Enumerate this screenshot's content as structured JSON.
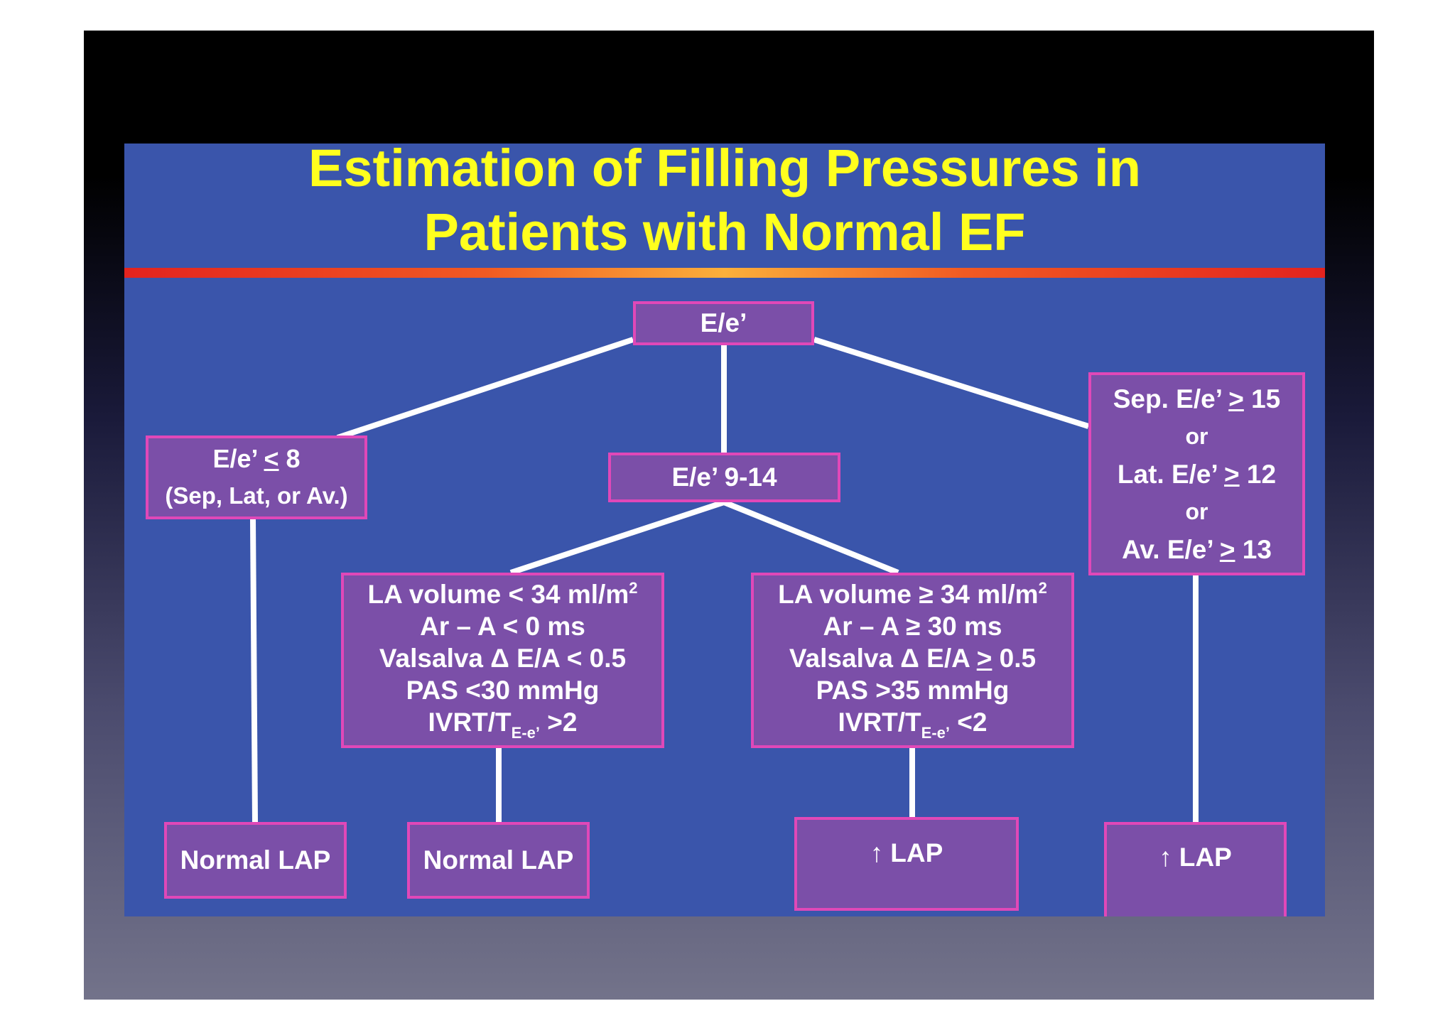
{
  "title": {
    "line1": "Estimation of Filling Pressures in",
    "line2": "Patients with Normal EF"
  },
  "colors": {
    "slide_background": "#3a55ab",
    "title_text": "#ffff1e",
    "box_fill": "#7b4fa8",
    "box_border": "#e048b8",
    "connector": "#ffffff"
  },
  "root": {
    "label": "E/e’"
  },
  "left_branch": {
    "line1_prefix": "E/e’ ",
    "line1_symbol": "<",
    "line1_suffix": " 8",
    "line2": "(Sep, Lat, or Av.)"
  },
  "middle_branch": {
    "label": "E/e’ 9-14"
  },
  "right_branch": {
    "line1_prefix": "Sep. E/e’ ",
    "line1_symbol": ">",
    "line1_suffix": " 15",
    "or1": "or",
    "line2_prefix": "Lat. E/e’ ",
    "line2_symbol": ">",
    "line2_suffix": " 12",
    "or2": "or",
    "line3_prefix": "Av. E/e’ ",
    "line3_symbol": ">",
    "line3_suffix": " 13"
  },
  "left_criteria": {
    "la_volume": "LA volume < 34 ml/m",
    "la_volume_sup": "2",
    "ar_a": "Ar – A < 0 ms",
    "valsalva": "Valsalva Δ E/A < 0.5",
    "pas": "PAS <30 mmHg",
    "ivrt_prefix": "IVRT/T",
    "ivrt_sub": "E-e’",
    "ivrt_suffix": " >2"
  },
  "right_criteria": {
    "la_volume": "LA volume  ≥ 34 ml/m",
    "la_volume_sup": "2",
    "ar_a": "Ar – A ≥ 30 ms",
    "valsalva_prefix": "Valsalva Δ E/A ",
    "valsalva_symbol": ">",
    "valsalva_suffix": " 0.5",
    "pas": "PAS >35 mmHg",
    "ivrt_prefix": "IVRT/T",
    "ivrt_sub": "E-e’",
    "ivrt_suffix": " <2"
  },
  "outcomes": {
    "out1": "Normal LAP",
    "out2": "Normal LAP",
    "out3_arrow": "↑",
    "out3_label": "LAP",
    "out4_arrow": "↑",
    "out4_label": "LAP"
  }
}
